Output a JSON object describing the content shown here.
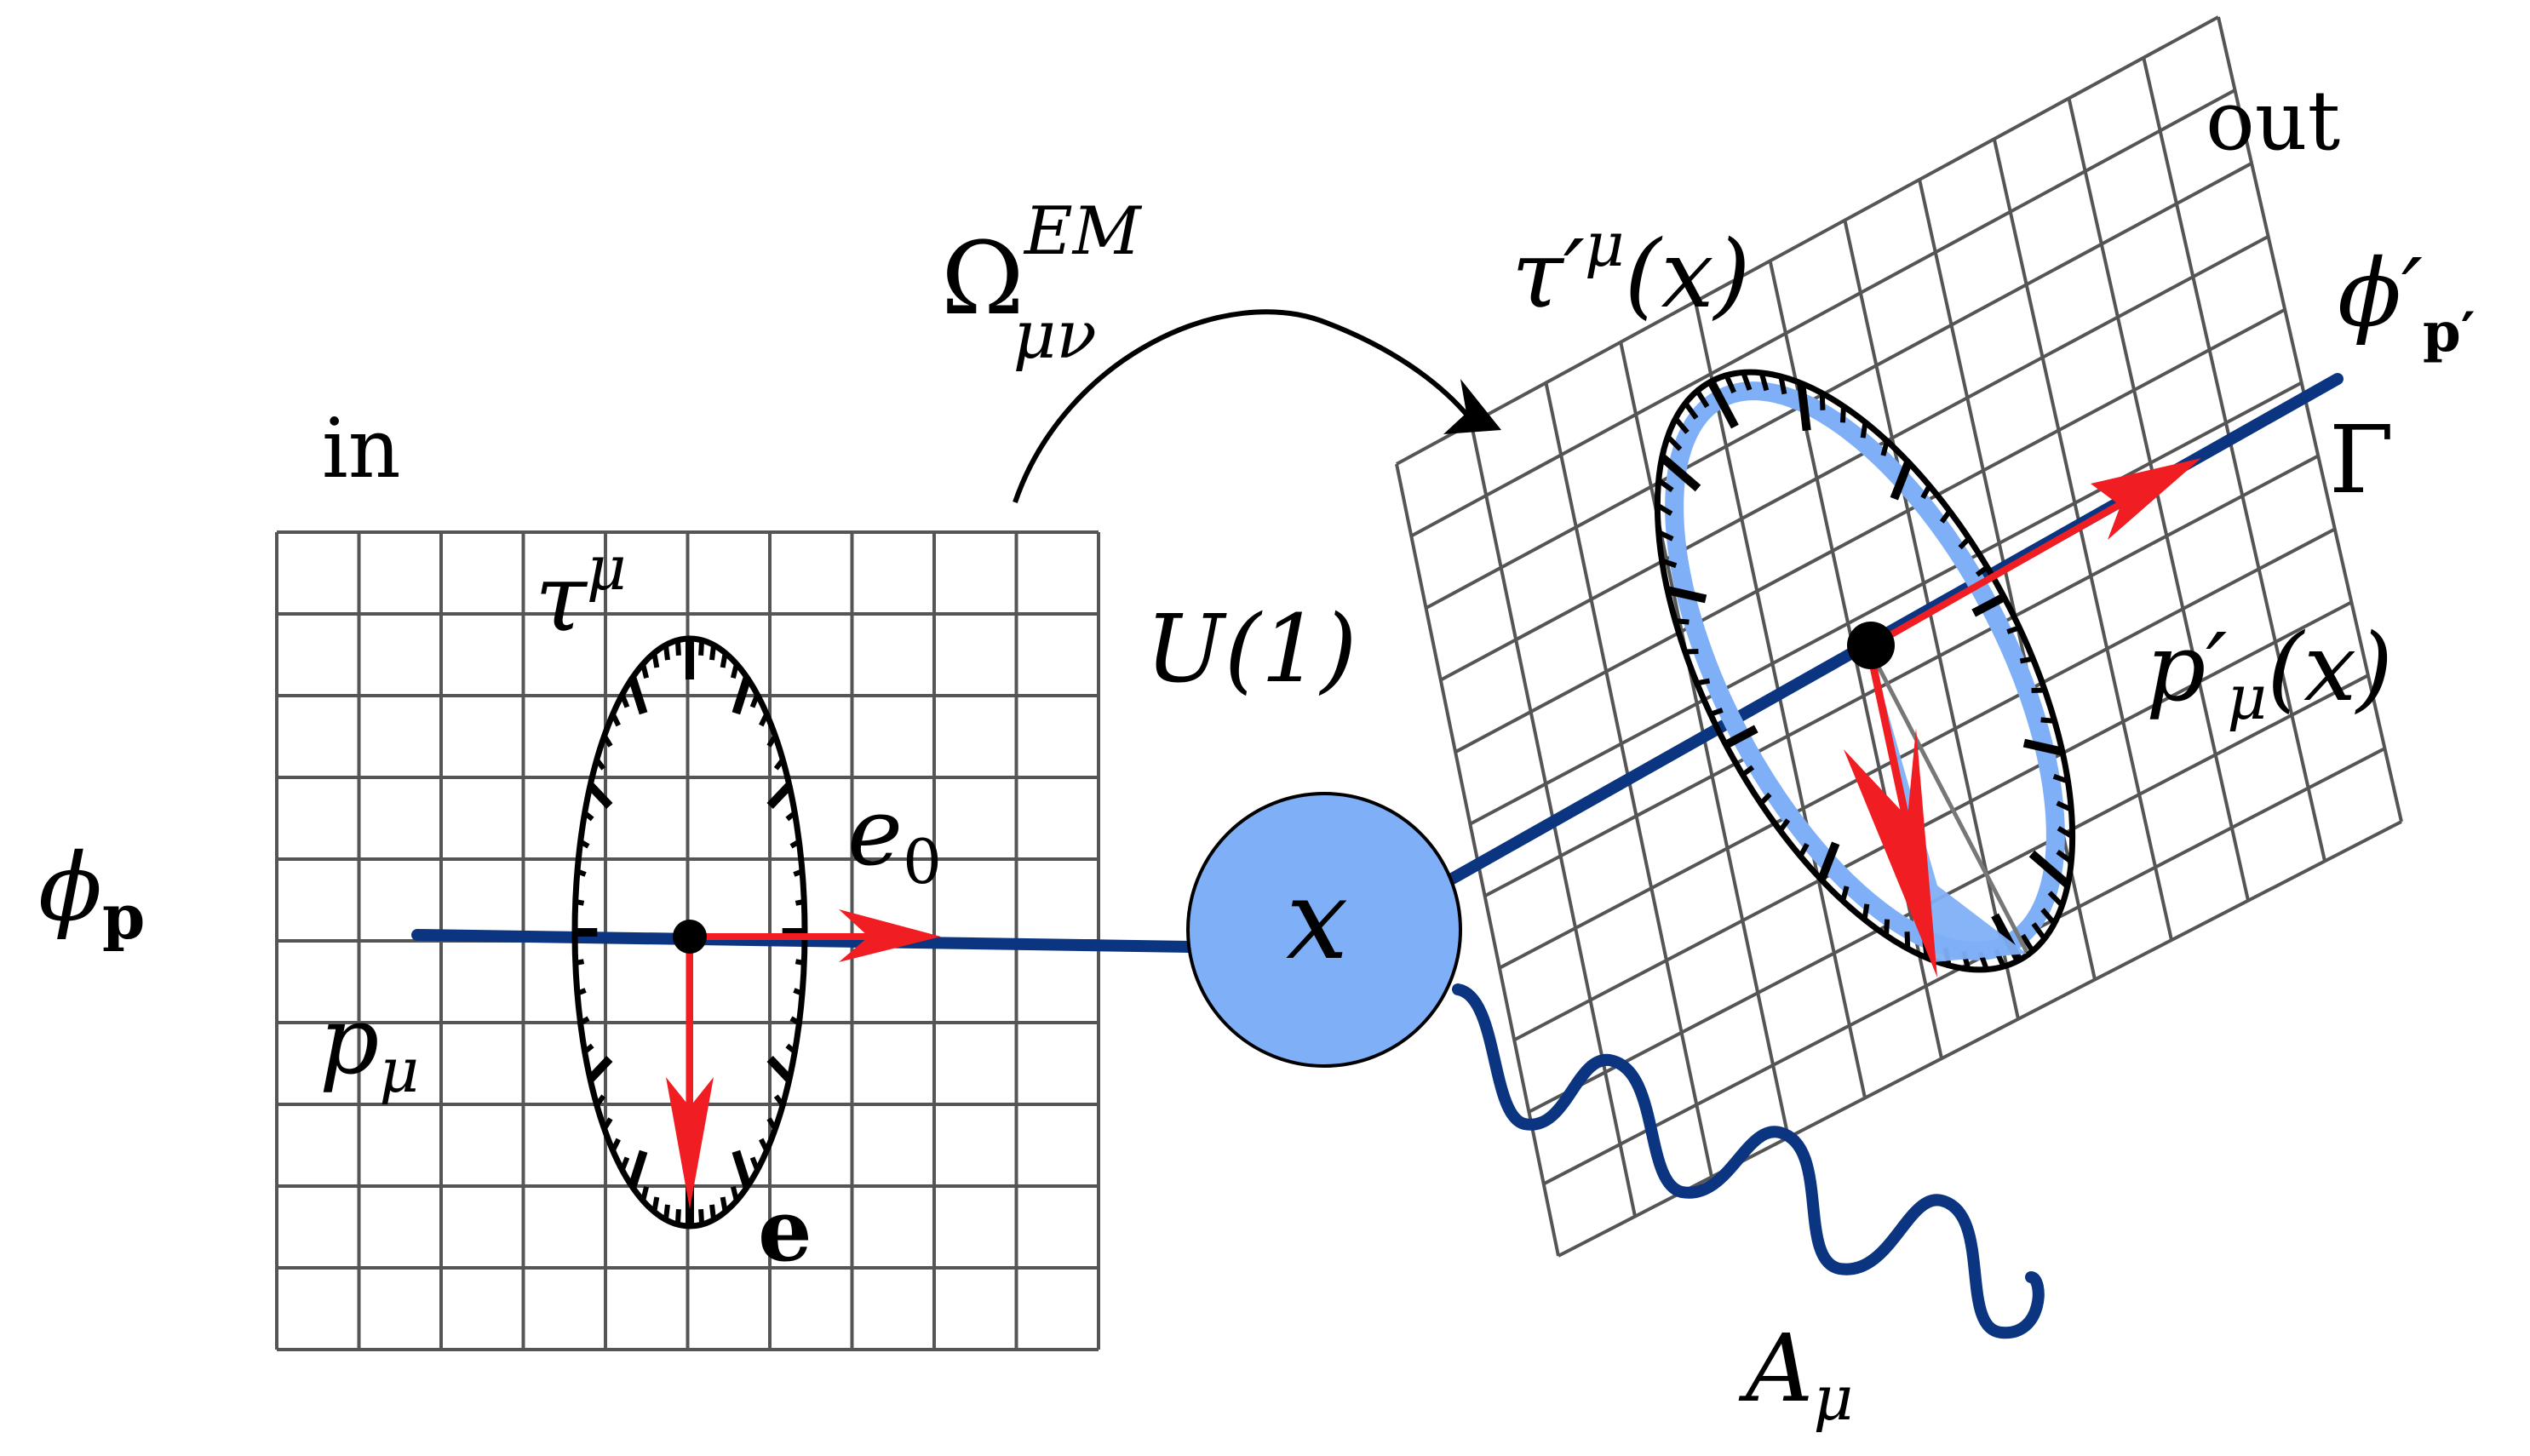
{
  "labels": {
    "in": "in",
    "out": "out",
    "phi_p": "ϕ",
    "phi_p_sub": "p",
    "p_mu": "p",
    "p_mu_sub": "μ",
    "tau": "τ",
    "tau_sup": "μ",
    "e0": "e",
    "e0_sub": "0",
    "e_bold": "e",
    "omega": "Ω",
    "omega_sup": "EM",
    "omega_sub": "μν",
    "u1": "U(1)",
    "vertex": "x",
    "tau_prime": "τ′",
    "tau_prime_sup": "μ",
    "tau_prime_arg": "(x)",
    "phi_prime": "ϕ′",
    "phi_prime_sub": "p′",
    "gamma": "Γ",
    "p_prime": "p′",
    "p_prime_sub": "μ",
    "p_prime_arg": "(x)",
    "a_mu": "A",
    "a_mu_sub": "μ"
  },
  "colors": {
    "line": "#0b3580",
    "vertex_fill": "#7fb0f7",
    "clock_ring": "#7fb0f7",
    "arrow": "#f01d22",
    "grid": "#555555"
  }
}
